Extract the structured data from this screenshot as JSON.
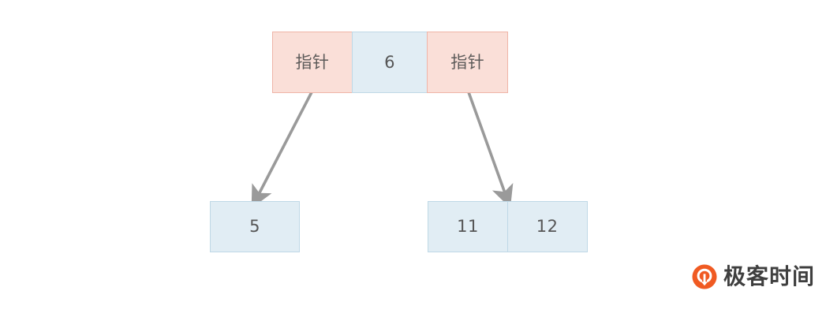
{
  "diagram": {
    "title": "B-tree internal node with pointers",
    "colors": {
      "pointer_fill": "#fadfd8",
      "pointer_border": "#efb4a7",
      "value_fill": "#e1edf4",
      "value_border": "#bfd8e6",
      "text": "#565656",
      "arrow": "#9a9a9a",
      "logo_orange": "#f05a22",
      "background": "#ffffff"
    },
    "root_node": {
      "name": "root-node",
      "cells": [
        {
          "label": "指针",
          "type": "pointer"
        },
        {
          "label": "6",
          "type": "value"
        },
        {
          "label": "指针",
          "type": "pointer"
        }
      ]
    },
    "left_child": {
      "name": "left-child-node",
      "cells": [
        {
          "label": "5",
          "type": "value"
        }
      ]
    },
    "right_child": {
      "name": "right-child-node",
      "cells": [
        {
          "label": "11",
          "type": "value"
        },
        {
          "label": "12",
          "type": "value"
        }
      ]
    },
    "edges": [
      {
        "name": "edge-root-to-left-child",
        "from": "指针",
        "to": "5"
      },
      {
        "name": "edge-root-to-right-child",
        "from": "指针",
        "to": "11"
      }
    ]
  },
  "watermark": {
    "text": "极客时间",
    "logo_icon": "geektime-logo-icon"
  }
}
